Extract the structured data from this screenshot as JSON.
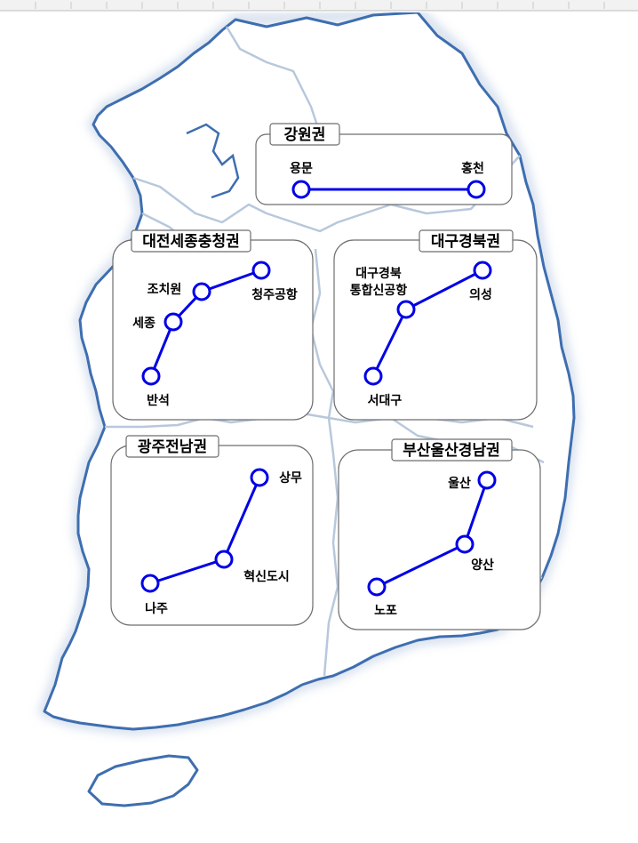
{
  "colors": {
    "route": "#0000e6",
    "coast": "#3e6eb0",
    "border": "#b8c8dc",
    "panel_border": "#6e6e6e"
  },
  "regions": [
    {
      "id": "gangwon",
      "name": "강원권",
      "stations": [
        {
          "name": "용문"
        },
        {
          "name": "홍천"
        }
      ]
    },
    {
      "id": "chungcheong",
      "name": "대전세종충청권",
      "stations": [
        {
          "name": "반석"
        },
        {
          "name": "세종"
        },
        {
          "name": "조치원"
        },
        {
          "name": "청주공항"
        }
      ]
    },
    {
      "id": "daegu",
      "name": "대구경북권",
      "stations": [
        {
          "name": "서대구"
        },
        {
          "name": "대구경북",
          "name2": "통합신공항"
        },
        {
          "name": "의성"
        }
      ]
    },
    {
      "id": "gwangju",
      "name": "광주전남권",
      "stations": [
        {
          "name": "나주"
        },
        {
          "name": "혁신도시"
        },
        {
          "name": "상무"
        }
      ]
    },
    {
      "id": "busan",
      "name": "부산울산경남권",
      "stations": [
        {
          "name": "노포"
        },
        {
          "name": "양산"
        },
        {
          "name": "울산"
        }
      ]
    }
  ]
}
